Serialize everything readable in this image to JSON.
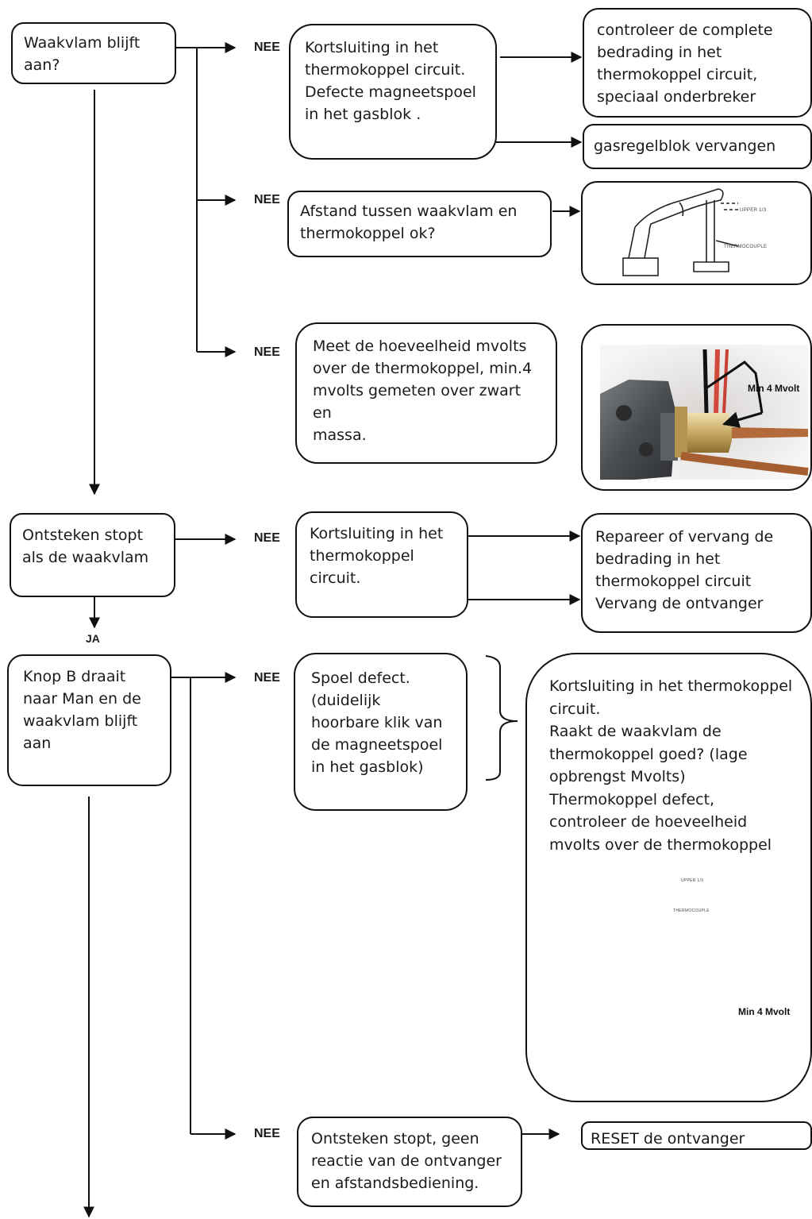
{
  "labels": {
    "nee": "NEE",
    "ja": "JA"
  },
  "boxes": {
    "waakvlam_blijft_aan": "Waakvlam blijft\naan?",
    "kortsluiting_magneetspoel": "Kortsluiting in het\nthermokoppel circuit.\nDefecte magneetspoel\nin het gasblok .",
    "controleer_bedrading": "controleer de complete\nbedrading in het\nthermokoppel circuit,\nspeciaal onderbreker",
    "gasregelblok_vervangen": "gasregelblok vervangen",
    "afstand_waakvlam": "Afstand tussen waakvlam en\nthermokoppel ok?",
    "meet_mvolts": "Meet de hoeveelheid  mvolts\nover de thermokoppel, min.4\nmvolts gemeten over zwart en\nmassa.",
    "ontsteken_stopt_waakvlam": "Ontsteken stopt\nals de waakvlam",
    "kortsluiting_circuit": "Kortsluiting in het\nthermokoppel\ncircuit.",
    "repareer_vervang": "Repareer of vervang de\nbedrading in het\nthermokoppel circuit\nVervang de ontvanger",
    "knop_b": "Knop B draait\nnaar Man en de\nwaakvlam blijft\naan",
    "spoel_defect": "Spoel defect.\n(duidelijk\nhoorbare klik van\nde magneetspoel\nin het gasblok)",
    "big_box_text": "Kortsluiting in het  thermokoppel\ncircuit.\nRaakt de waakvlam de\nthermokoppel goed? (lage\nopbrengst Mvolts)\nThermokoppel defect,\ncontroleer de hoeveelheid\nmvolts over de thermokoppel",
    "ontsteken_geen_reactie": "Ontsteken stopt, geen\nreactie van de ontvanger\nen afstandsbediening.",
    "reset_ontvanger": "RESET de ontvanger"
  },
  "annotations": {
    "min_mvolt": "Min 4 Mvolt",
    "upper": "UPPER 1/3",
    "thermocouple": "THERMOCOUPLE"
  }
}
